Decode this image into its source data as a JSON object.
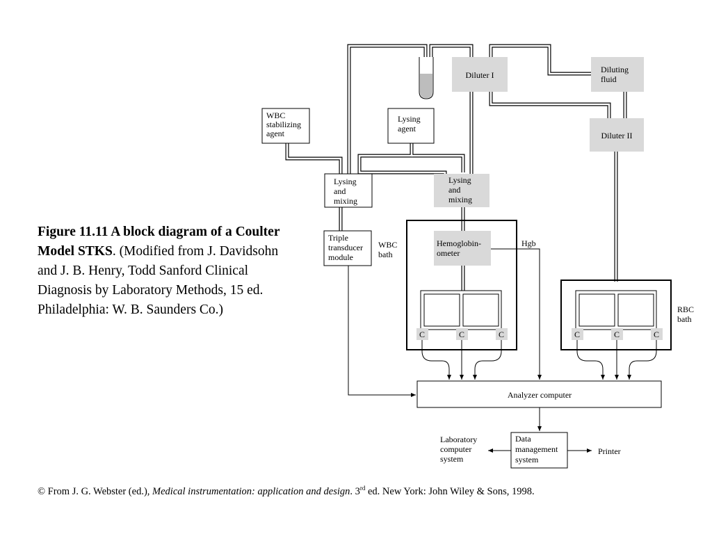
{
  "caption": {
    "title": "Figure 11.11 A block diagram of a Coulter Model STKS",
    "sep": ".",
    "body": " (Modified from J. Davidsohn and J. B. Henry, Todd Sanford Clinical Diagnosis by Laboratory Methods, 15 ed. Philadelphia: W. B. Saunders Co.)"
  },
  "credit": {
    "prefix": "© From J. G. Webster (ed.), ",
    "book": "Medical instrumentation: application and design",
    "middle": ". 3",
    "sup": "rd",
    "suffix": " ed. New York: John Wiley & Sons, 1998."
  },
  "diagram": {
    "wbc_stabilizing": [
      "WBC",
      "stabilizing",
      "agent"
    ],
    "lysing_agent": [
      "Lysing",
      "agent"
    ],
    "diluter_1": "Diluter I",
    "diluting_fluid": [
      "Diluting",
      "fluid"
    ],
    "diluter_2": "Diluter II",
    "lysing_mixing_left": [
      "Lysing",
      "and",
      "mixing"
    ],
    "lysing_mixing_right": [
      "Lysing",
      "and",
      "mixing"
    ],
    "triple_transducer": [
      "Triple",
      "transducer",
      "module"
    ],
    "wbc_bath": [
      "WBC",
      "bath"
    ],
    "hemoglobinometer": [
      "Hemoglobin-",
      "ometer"
    ],
    "hgb": "Hgb",
    "rbc_bath": [
      "RBC",
      "bath"
    ],
    "counter": "C",
    "analyzer": "Analyzer computer",
    "lab_system": [
      "Laboratory",
      "computer",
      "system"
    ],
    "data_mgmt": [
      "Data",
      "management",
      "system"
    ],
    "printer": "Printer"
  }
}
